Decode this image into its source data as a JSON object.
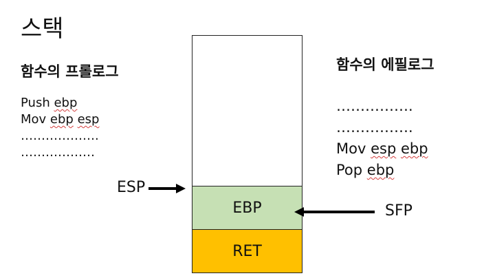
{
  "title": "스택",
  "prologue": {
    "heading": "함수의 프롤로그",
    "lines": [
      {
        "parts": [
          {
            "t": "Push ",
            "u": false
          },
          {
            "t": "ebp",
            "u": true
          }
        ]
      },
      {
        "parts": [
          {
            "t": "Mov ",
            "u": false
          },
          {
            "t": "ebp",
            "u": true
          },
          {
            "t": " ",
            "u": false
          },
          {
            "t": "esp",
            "u": true
          }
        ]
      },
      {
        "parts": [
          {
            "t": "……………….",
            "u": false
          }
        ]
      },
      {
        "parts": [
          {
            "t": "………………",
            "u": false
          }
        ]
      }
    ]
  },
  "epilogue": {
    "heading": "함수의 에필로그",
    "lines": [
      {
        "parts": [
          {
            "t": "…………….",
            "u": false
          }
        ]
      },
      {
        "parts": [
          {
            "t": "…………….",
            "u": false
          }
        ]
      },
      {
        "parts": [
          {
            "t": "Mov ",
            "u": false
          },
          {
            "t": "esp",
            "u": true
          },
          {
            "t": " ",
            "u": false
          },
          {
            "t": "ebp",
            "u": true
          }
        ]
      },
      {
        "parts": [
          {
            "t": "Pop ",
            "u": false
          },
          {
            "t": "ebp",
            "u": true
          }
        ]
      }
    ]
  },
  "stack": {
    "cells": [
      "EBP",
      "RET"
    ],
    "colors": {
      "ebp": "#c6e0b4",
      "ret": "#ffc000"
    }
  },
  "pointers": {
    "esp": "ESP",
    "sfp": "SFP"
  }
}
